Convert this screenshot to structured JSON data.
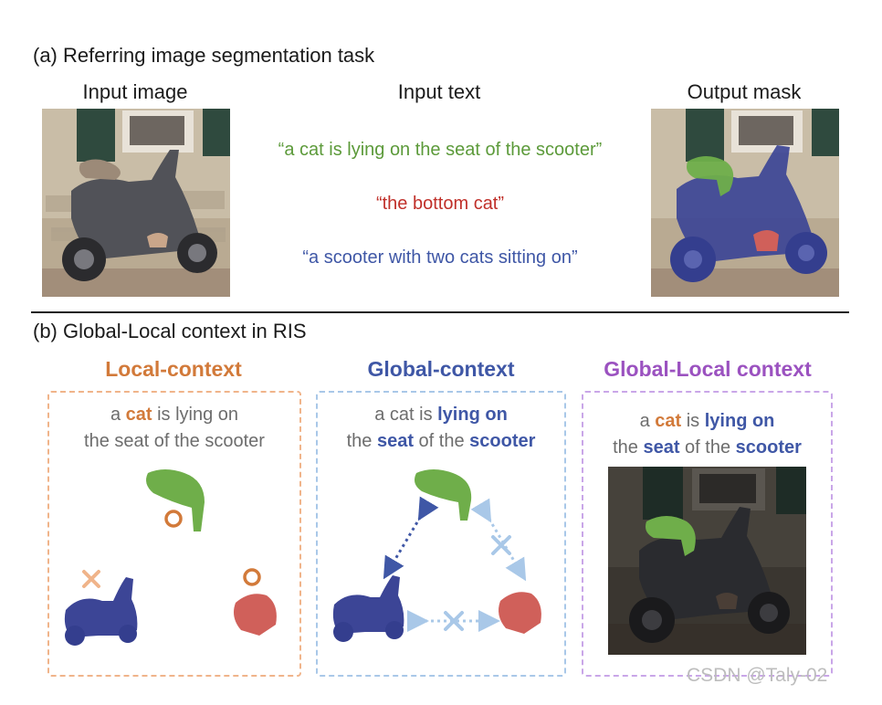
{
  "section_a": {
    "title": "(a) Referring image segmentation task",
    "input_image_label": "Input image",
    "input_text_label": "Input text",
    "output_mask_label": "Output mask",
    "expressions": [
      {
        "text": "“a cat is lying on  the seat of the scooter”",
        "color": "#5c9a3a"
      },
      {
        "text": "“the bottom cat”",
        "color": "#c0302a"
      },
      {
        "text": "“a scooter with two cats sitting on”",
        "color": "#3f57a6"
      }
    ]
  },
  "section_b": {
    "title": "(b) Global-Local context in RIS",
    "panels": [
      {
        "title": "Local-context",
        "title_color": "#d27a3a",
        "border_color": "#f0b48a",
        "line1": [
          {
            "t": "a ",
            "hl": false
          },
          {
            "t": "cat",
            "hl": true
          },
          {
            "t": " is lying on",
            "hl": false
          }
        ],
        "line2": [
          {
            "t": "the seat of the scooter",
            "hl": false
          }
        ],
        "hl_color": "#d27a3a"
      },
      {
        "title": "Global-context",
        "title_color": "#3f57a6",
        "border_color": "#a9c8e8",
        "line1": [
          {
            "t": "a cat is ",
            "hl": false
          },
          {
            "t": "lying on",
            "hl": true
          }
        ],
        "line2": [
          {
            "t": "the ",
            "hl": false
          },
          {
            "t": "seat",
            "hl": true
          },
          {
            "t": " of the ",
            "hl": false
          },
          {
            "t": "scooter",
            "hl": true
          }
        ],
        "hl_color": "#3f57a6"
      },
      {
        "title": "Global-Local context",
        "title_color": "#9b52c0",
        "border_color": "#c9a6e8",
        "line1": [
          {
            "t": "a ",
            "hl": false
          },
          {
            "t": "cat",
            "hl": "orange"
          },
          {
            "t": " is ",
            "hl": false
          },
          {
            "t": "lying on",
            "hl": "blue"
          }
        ],
        "line2": [
          {
            "t": "the ",
            "hl": false
          },
          {
            "t": "seat",
            "hl": "blue"
          },
          {
            "t": " of the ",
            "hl": false
          },
          {
            "t": "scooter",
            "hl": "blue"
          }
        ],
        "hl_color": "#3f57a6"
      }
    ],
    "marks": {
      "circle": "O",
      "cross": "X"
    },
    "colors": {
      "orange": "#d27a3a",
      "blue_dark": "#3f57a6",
      "blue_light": "#a9c8e8",
      "cat_green": "#6fae4a",
      "cat_red": "#d0605a",
      "scooter_blue": "#3c4596"
    }
  },
  "watermark": "CSDN @Taly-02"
}
